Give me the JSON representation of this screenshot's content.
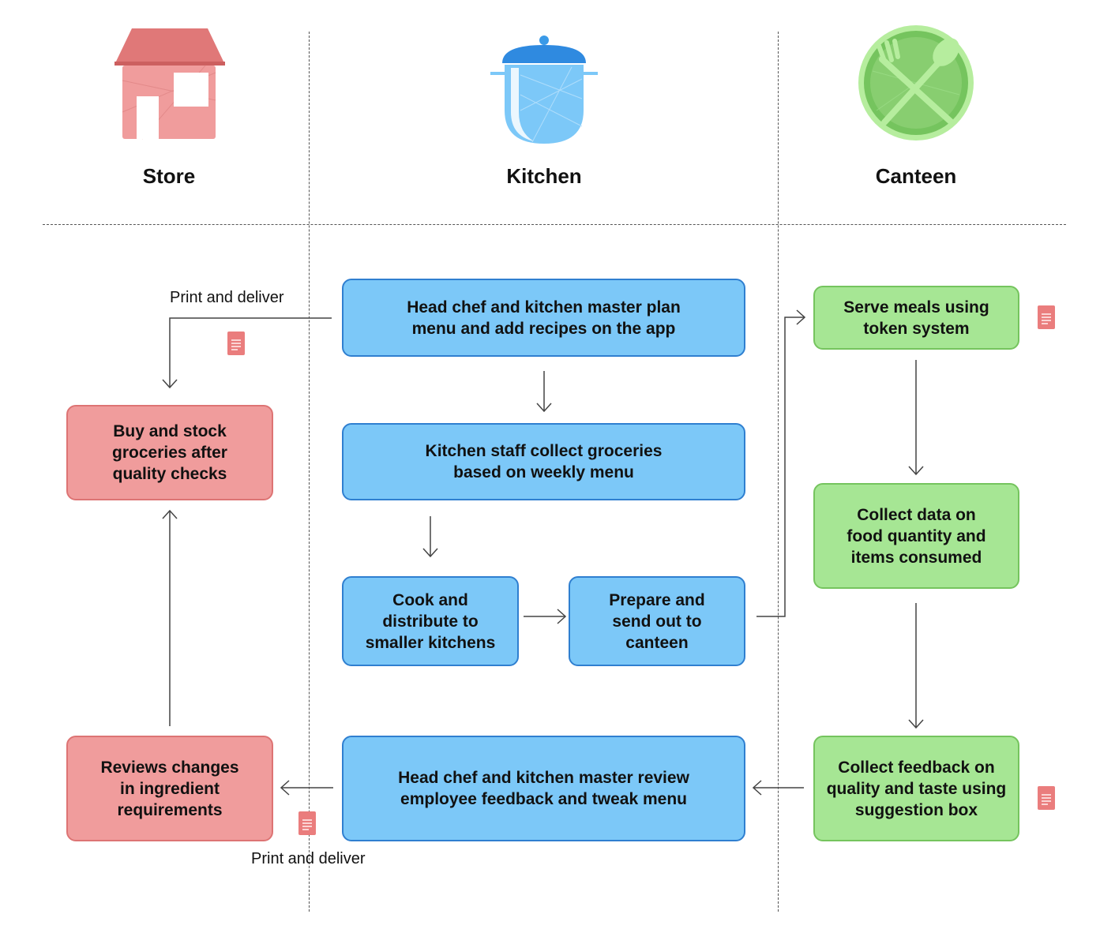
{
  "columns": {
    "store": {
      "title": "Store",
      "icon": "house-icon"
    },
    "kitchen": {
      "title": "Kitchen",
      "icon": "cooking-pot-icon"
    },
    "canteen": {
      "title": "Canteen",
      "icon": "plate-fork-spoon-icon"
    }
  },
  "kitchen_steps": {
    "plan_menu": "Head chef and kitchen master plan\nmenu and add recipes on the app",
    "collect_groceries": "Kitchen staff collect groceries\nbased on weekly menu",
    "cook_distribute": "Cook and\ndistribute to\nsmaller kitchens",
    "prepare_send": "Prepare and\nsend out to\ncanteen",
    "review_feedback": "Head chef and kitchen master review\nemployee feedback and tweak menu"
  },
  "store_steps": {
    "buy_stock": "Buy and stock\ngroceries after\nquality checks",
    "review_changes": "Reviews changes\nin ingredient\nrequirements"
  },
  "canteen_steps": {
    "serve_meals": "Serve meals using\ntoken system",
    "collect_data": "Collect data on\nfood quantity and\nitems consumed",
    "collect_feedback": "Collect feedback on\nquality and taste using\nsuggestion box"
  },
  "annotations": {
    "print_deliver_top": "Print and deliver",
    "print_deliver_bottom": "Print and deliver"
  },
  "colors": {
    "kitchen_fill": "#7cc8f8",
    "kitchen_border": "#2f7fd0",
    "store_fill": "#f09c9c",
    "store_border": "#dd7474",
    "canteen_fill": "#a6e694",
    "canteen_border": "#75c45e",
    "document_icon": "#ea7d7d"
  }
}
